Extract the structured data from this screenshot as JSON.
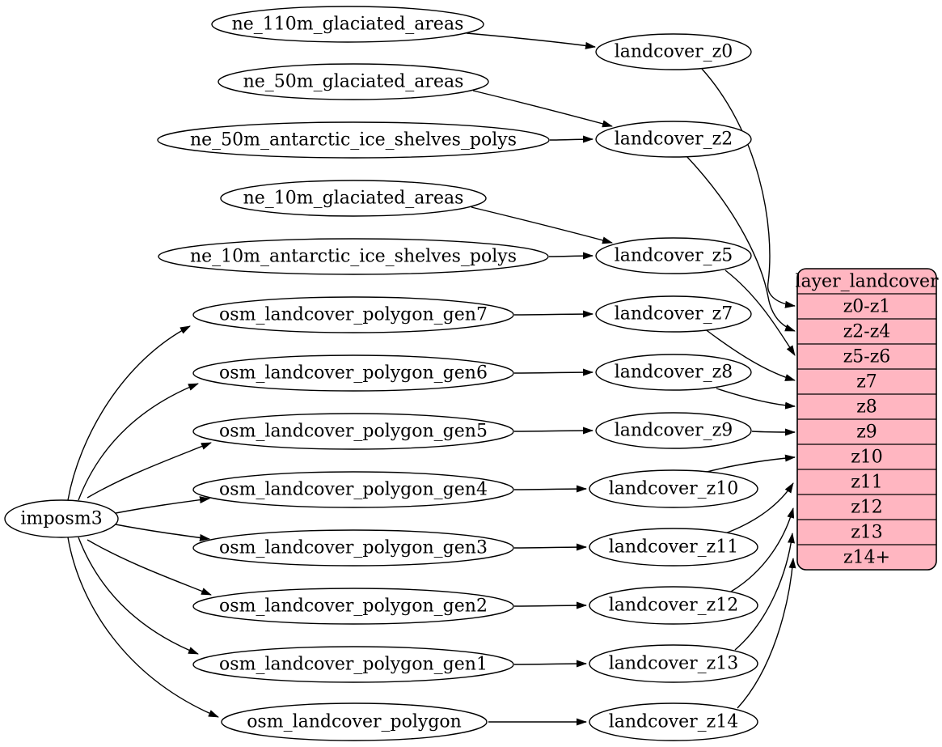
{
  "nodes": {
    "imposm3": "imposm3",
    "ne_110m_glaciated_areas": "ne_110m_glaciated_areas",
    "ne_50m_glaciated_areas": "ne_50m_glaciated_areas",
    "ne_50m_antarctic_ice_shelves_polys": "ne_50m_antarctic_ice_shelves_polys",
    "ne_10m_glaciated_areas": "ne_10m_glaciated_areas",
    "ne_10m_antarctic_ice_shelves_polys": "ne_10m_antarctic_ice_shelves_polys",
    "osm_landcover_polygon_gen7": "osm_landcover_polygon_gen7",
    "osm_landcover_polygon_gen6": "osm_landcover_polygon_gen6",
    "osm_landcover_polygon_gen5": "osm_landcover_polygon_gen5",
    "osm_landcover_polygon_gen4": "osm_landcover_polygon_gen4",
    "osm_landcover_polygon_gen3": "osm_landcover_polygon_gen3",
    "osm_landcover_polygon_gen2": "osm_landcover_polygon_gen2",
    "osm_landcover_polygon_gen1": "osm_landcover_polygon_gen1",
    "osm_landcover_polygon": "osm_landcover_polygon",
    "landcover_z0": "landcover_z0",
    "landcover_z2": "landcover_z2",
    "landcover_z5": "landcover_z5",
    "landcover_z7": "landcover_z7",
    "landcover_z8": "landcover_z8",
    "landcover_z9": "landcover_z9",
    "landcover_z10": "landcover_z10",
    "landcover_z11": "landcover_z11",
    "landcover_z12": "landcover_z12",
    "landcover_z13": "landcover_z13",
    "landcover_z14": "landcover_z14"
  },
  "record": {
    "title": "layer_landcover",
    "rows": [
      "z0-z1",
      "z2-z4",
      "z5-z6",
      "z7",
      "z8",
      "z9",
      "z10",
      "z11",
      "z12",
      "z13",
      "z14+"
    ]
  },
  "colors": {
    "record_fill": "#ffb6c1",
    "node_fill": "#ffffff",
    "line": "#000000"
  },
  "edges": [
    [
      "imposm3",
      "osm_landcover_polygon_gen7"
    ],
    [
      "imposm3",
      "osm_landcover_polygon_gen6"
    ],
    [
      "imposm3",
      "osm_landcover_polygon_gen5"
    ],
    [
      "imposm3",
      "osm_landcover_polygon_gen4"
    ],
    [
      "imposm3",
      "osm_landcover_polygon_gen3"
    ],
    [
      "imposm3",
      "osm_landcover_polygon_gen2"
    ],
    [
      "imposm3",
      "osm_landcover_polygon_gen1"
    ],
    [
      "imposm3",
      "osm_landcover_polygon"
    ],
    [
      "ne_110m_glaciated_areas",
      "landcover_z0"
    ],
    [
      "ne_50m_glaciated_areas",
      "landcover_z2"
    ],
    [
      "ne_50m_antarctic_ice_shelves_polys",
      "landcover_z2"
    ],
    [
      "ne_10m_glaciated_areas",
      "landcover_z5"
    ],
    [
      "ne_10m_antarctic_ice_shelves_polys",
      "landcover_z5"
    ],
    [
      "osm_landcover_polygon_gen7",
      "landcover_z7"
    ],
    [
      "osm_landcover_polygon_gen6",
      "landcover_z8"
    ],
    [
      "osm_landcover_polygon_gen5",
      "landcover_z9"
    ],
    [
      "osm_landcover_polygon_gen4",
      "landcover_z10"
    ],
    [
      "osm_landcover_polygon_gen3",
      "landcover_z11"
    ],
    [
      "osm_landcover_polygon_gen2",
      "landcover_z12"
    ],
    [
      "osm_landcover_polygon_gen1",
      "landcover_z13"
    ],
    [
      "osm_landcover_polygon",
      "landcover_z14"
    ],
    [
      "landcover_z0",
      "layer_landcover:z0-z1"
    ],
    [
      "landcover_z2",
      "layer_landcover:z2-z4"
    ],
    [
      "landcover_z5",
      "layer_landcover:z5-z6"
    ],
    [
      "landcover_z7",
      "layer_landcover:z7"
    ],
    [
      "landcover_z8",
      "layer_landcover:z8"
    ],
    [
      "landcover_z9",
      "layer_landcover:z9"
    ],
    [
      "landcover_z10",
      "layer_landcover:z10"
    ],
    [
      "landcover_z11",
      "layer_landcover:z11"
    ],
    [
      "landcover_z12",
      "layer_landcover:z12"
    ],
    [
      "landcover_z13",
      "layer_landcover:z13"
    ],
    [
      "landcover_z14",
      "layer_landcover:z14+"
    ]
  ]
}
